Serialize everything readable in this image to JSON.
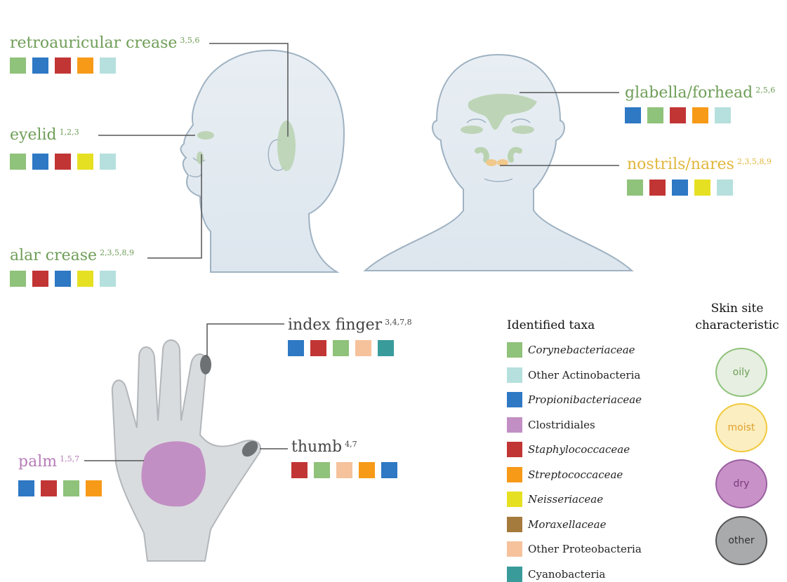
{
  "colors": {
    "green": "#8fc27a",
    "blue": "#2e78c4",
    "red": "#c23535",
    "orange": "#f79a18",
    "lightcyan": "#b5e0dd",
    "yellow": "#e6e022",
    "peach": "#f5c29c",
    "teal": "#3a9b9b",
    "purple": "#c28fc4",
    "brown": "#a57a3d",
    "oily_text": "#6f9e58",
    "moist_text": "#e0b63a",
    "dry_text": "#b77cb7"
  },
  "sites": {
    "retroauricular": {
      "label": "retroauricular crease",
      "refs": "3,5,6",
      "swatches": [
        "green",
        "blue",
        "red",
        "orange",
        "lightcyan"
      ]
    },
    "eyelid": {
      "label": "eyelid",
      "refs": "1,2,3",
      "swatches": [
        "green",
        "blue",
        "red",
        "yellow",
        "lightcyan"
      ]
    },
    "alar": {
      "label": "alar crease",
      "refs": "2,3,5,8,9",
      "swatches": [
        "green",
        "red",
        "blue",
        "yellow",
        "lightcyan"
      ]
    },
    "glabella": {
      "label": "glabella/forhead",
      "refs": "2,5,6",
      "swatches": [
        "blue",
        "green",
        "red",
        "orange",
        "lightcyan"
      ]
    },
    "nostrils": {
      "label": "nostrils/nares",
      "refs": "2,3,5,8,9",
      "swatches": [
        "green",
        "red",
        "blue",
        "yellow",
        "lightcyan"
      ]
    },
    "index": {
      "label": "index finger",
      "refs": "3,4,7,8",
      "swatches": [
        "blue",
        "red",
        "green",
        "peach",
        "teal"
      ]
    },
    "thumb": {
      "label": "thumb",
      "refs": "4,7",
      "swatches": [
        "red",
        "green",
        "peach",
        "orange",
        "blue"
      ]
    },
    "palm": {
      "label": "palm",
      "refs": "1,5,7",
      "swatches": [
        "blue",
        "red",
        "green",
        "orange"
      ]
    }
  },
  "legend": {
    "title": "Identified taxa",
    "items": [
      {
        "label": "Corynebacteriaceae",
        "color": "green",
        "italic": true
      },
      {
        "label": "Other Actinobacteria",
        "color": "lightcyan",
        "italic": false
      },
      {
        "label": "Propionibacteriaceae",
        "color": "blue",
        "italic": true
      },
      {
        "label": "Clostridiales",
        "color": "purple",
        "italic": false
      },
      {
        "label": "Staphylococcaceae",
        "color": "red",
        "italic": true
      },
      {
        "label": "Streptococcaceae",
        "color": "orange",
        "italic": true
      },
      {
        "label": "Neisseriaceae",
        "color": "yellow",
        "italic": true
      },
      {
        "label": "Moraxellaceae",
        "color": "brown",
        "italic": true
      },
      {
        "label": "Other Proteobacteria",
        "color": "peach",
        "italic": false
      },
      {
        "label": "Cyanobacteria",
        "color": "teal",
        "italic": false
      }
    ]
  },
  "characteristic": {
    "title_line1": "Skin site",
    "title_line2": "characteristic",
    "oily": "oily",
    "moist": "moist",
    "dry": "dry",
    "other": "other"
  }
}
